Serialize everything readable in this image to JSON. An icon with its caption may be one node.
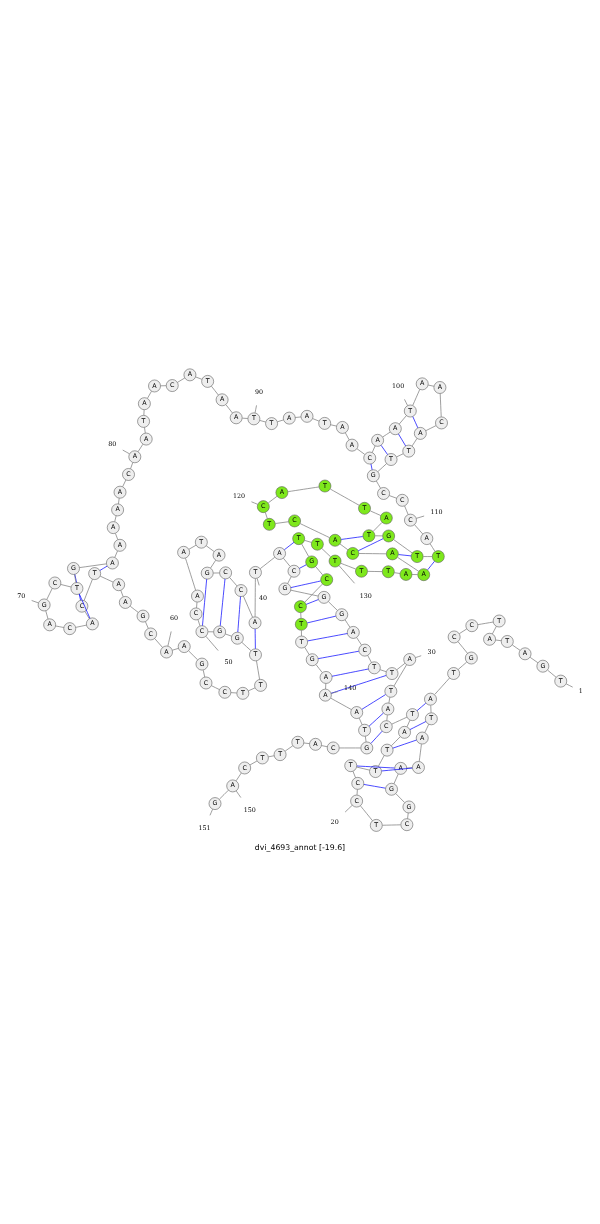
{
  "diagram": {
    "caption": "dvi_4693_annot [-19.6]",
    "nodes": [
      {
        "text": [
          "T"
        ]
      },
      {
        "text": [
          "G"
        ]
      },
      {
        "text": [
          "A"
        ]
      },
      {
        "text": [
          "T"
        ]
      },
      {
        "text": [
          "A"
        ]
      },
      {
        "text": [
          "T"
        ]
      },
      {
        "text": [
          "C"
        ]
      },
      {
        "text": [
          "C"
        ]
      },
      {
        "text": [
          "G"
        ]
      },
      {
        "text": [
          "T"
        ]
      },
      {
        "text": [
          "A"
        ]
      },
      {
        "text": [
          "T"
        ]
      },
      {
        "text": [
          "A"
        ]
      },
      {
        "text": [
          "A"
        ]
      },
      {
        "text": [
          "A"
        ]
      },
      {
        "text": [
          "G"
        ]
      },
      {
        "text": [
          "G"
        ]
      },
      {
        "text": [
          "C"
        ]
      },
      {
        "text": [
          "T"
        ]
      },
      {
        "text": [
          "C"
        ]
      },
      {
        "text": [
          "C"
        ]
      },
      {
        "text": [
          "T"
        ]
      },
      {
        "text": [
          "T"
        ]
      },
      {
        "text": [
          "T"
        ]
      },
      {
        "text": [
          "A"
        ]
      },
      {
        "text": [
          "T"
        ]
      },
      {
        "text": [
          "C"
        ]
      },
      {
        "text": [
          "A"
        ]
      },
      {
        "text": [
          "T"
        ]
      },
      {
        "text": [
          "A"
        ]
      },
      {
        "text": [
          "T"
        ]
      },
      {
        "text": [
          "T"
        ]
      },
      {
        "text": [
          "C"
        ]
      },
      {
        "text": [
          "A"
        ]
      },
      {
        "text": [
          "G"
        ]
      },
      {
        "text": [
          "G"
        ]
      },
      {
        "text": [
          "G"
        ]
      },
      {
        "text": [
          "C"
        ]
      },
      {
        "text": [
          "A"
        ]
      },
      {
        "text": [
          "T"
        ]
      },
      {
        "text": [
          "A"
        ]
      },
      {
        "text": [
          "C"
        ]
      },
      {
        "text": [
          "C"
        ]
      },
      {
        "text": [
          "G"
        ]
      },
      {
        "text": [
          "A"
        ]
      },
      {
        "text": [
          "T"
        ]
      },
      {
        "text": [
          "A"
        ]
      },
      {
        "text": [
          "A"
        ]
      },
      {
        "text": [
          "C"
        ]
      },
      {
        "text": [
          "C"
        ]
      },
      {
        "text": [
          "G"
        ]
      },
      {
        "text": [
          "G"
        ]
      },
      {
        "text": [
          "T"
        ]
      },
      {
        "text": [
          "T"
        ]
      },
      {
        "text": [
          "T"
        ]
      },
      {
        "text": [
          "C"
        ]
      },
      {
        "text": [
          "C"
        ]
      },
      {
        "text": [
          "G"
        ]
      },
      {
        "text": [
          "A"
        ]
      },
      {
        "text": [
          "A"
        ]
      },
      {
        "text": [
          "C"
        ]
      },
      {
        "text": [
          "G"
        ]
      },
      {
        "text": [
          "A"
        ]
      },
      {
        "text": [
          "A"
        ]
      },
      {
        "text": [
          "T"
        ]
      },
      {
        "text": [
          "C"
        ]
      },
      {
        "text": [
          "A"
        ]
      },
      {
        "text": [
          "C"
        ]
      },
      {
        "text": [
          "A"
        ]
      },
      {
        "text": [
          "G"
        ]
      },
      {
        "text": [
          "C"
        ]
      },
      {
        "text": [
          "T"
        ]
      },
      {
        "text": [
          "G"
        ]
      },
      {
        "text": [
          "A"
        ]
      },
      {
        "text": [
          "A"
        ]
      },
      {
        "text": [
          "A"
        ]
      },
      {
        "text": [
          "A"
        ]
      },
      {
        "text": [
          "A"
        ]
      },
      {
        "text": [
          "C"
        ]
      },
      {
        "text": [
          "A"
        ]
      },
      {
        "text": [
          "A"
        ]
      },
      {
        "text": [
          "T"
        ]
      },
      {
        "text": [
          "A"
        ]
      },
      {
        "text": [
          "A"
        ]
      },
      {
        "text": [
          "C"
        ]
      },
      {
        "text": [
          "A"
        ]
      },
      {
        "text": [
          "T"
        ]
      },
      {
        "text": [
          "A"
        ]
      },
      {
        "text": [
          "A"
        ]
      },
      {
        "text": [
          "T"
        ]
      },
      {
        "text": [
          "T"
        ]
      },
      {
        "text": [
          "A"
        ]
      },
      {
        "text": [
          "A"
        ]
      },
      {
        "text": [
          "T"
        ]
      },
      {
        "text": [
          "A"
        ]
      },
      {
        "text": [
          "A"
        ]
      },
      {
        "text": [
          "C"
        ]
      },
      {
        "text": [
          "A"
        ]
      },
      {
        "text": [
          "A"
        ]
      },
      {
        "text": [
          "T"
        ]
      },
      {
        "text": [
          "A"
        ]
      },
      {
        "text": [
          "A"
        ]
      },
      {
        "text": [
          "C"
        ]
      },
      {
        "text": [
          "A"
        ]
      },
      {
        "text": [
          "T"
        ]
      },
      {
        "text": [
          "T"
        ]
      },
      {
        "text": [
          "G"
        ]
      },
      {
        "text": [
          "C"
        ]
      },
      {
        "text": [
          "C"
        ]
      },
      {
        "text": [
          "C"
        ]
      },
      {
        "text": [
          "A"
        ]
      },
      {
        "text": [
          "T"
        ]
      },
      {
        "text": [
          "T"
        ]
      },
      {
        "text": [
          "G"
        ]
      },
      {
        "text": [
          "T"
        ]
      },
      {
        "text": [
          "A"
        ]
      },
      {
        "text": [
          "T"
        ]
      },
      {
        "text": [
          "T"
        ]
      },
      {
        "text": [
          "A"
        ]
      },
      {
        "text": [
          "C"
        ]
      },
      {
        "text": [
          "T"
        ]
      },
      {
        "text": [
          "C"
        ]
      },
      {
        "text": [
          "A"
        ]
      },
      {
        "text": [
          "C"
        ]
      },
      {
        "text": [
          "A"
        ]
      },
      {
        "text": [
          "A"
        ]
      },
      {
        "text": [
          "A"
        ]
      },
      {
        "text": [
          "T"
        ]
      },
      {
        "text": [
          "T"
        ]
      },
      {
        "text": [
          "T"
        ]
      },
      {
        "text": [
          "T"
        ]
      },
      {
        "text": [
          "T"
        ]
      },
      {
        "text": [
          "G"
        ]
      },
      {
        "text": [
          "C"
        ]
      },
      {
        "text": [
          "C"
        ]
      },
      {
        "text": [
          "T"
        ]
      },
      {
        "text": [
          "T"
        ]
      },
      {
        "text": [
          "G"
        ]
      },
      {
        "text": [
          "A"
        ]
      },
      {
        "text": [
          "A"
        ]
      },
      {
        "text": [
          "A"
        ]
      },
      {
        "text": [
          "T"
        ]
      },
      {
        "text": [
          "G"
        ]
      },
      {
        "text": [
          "C"
        ]
      },
      {
        "text": [
          "A"
        ]
      },
      {
        "text": [
          "T"
        ]
      },
      {
        "text": [
          "T"
        ]
      },
      {
        "text": [
          "T"
        ]
      },
      {
        "text": [
          "C"
        ]
      },
      {
        "text": [
          "A"
        ]
      },
      {
        "text": [
          "G"
        ]
      },
      {
        "text": [
          "1"
        ]
      },
      {
        "text": [
          "20"
        ]
      },
      {
        "text": [
          "30"
        ]
      },
      {
        "text": [
          "40"
        ]
      },
      {
        "text": [
          "50"
        ]
      },
      {
        "text": [
          "60"
        ]
      },
      {
        "text": [
          "70"
        ]
      },
      {
        "text": [
          "80"
        ]
      },
      {
        "text": [
          "90"
        ]
      },
      {
        "text": [
          "100"
        ]
      },
      {
        "text": [
          "110"
        ]
      },
      {
        "text": [
          "120"
        ]
      },
      {
        "text": [
          "130"
        ]
      },
      {
        "text": [
          "140"
        ]
      },
      {
        "text": [
          "150"
        ]
      },
      {
        "text": [
          "151"
        ]
      }
    ],
    "edges": [
      {
        "from": 0,
        "to": 1,
        "arrow": "none"
      },
      {
        "from": 1,
        "to": 2,
        "arrow": "none"
      },
      {
        "from": 2,
        "to": 3,
        "arrow": "none"
      },
      {
        "from": 3,
        "to": 4,
        "arrow": "none"
      },
      {
        "from": 4,
        "to": 5,
        "arrow": "none"
      },
      {
        "from": 5,
        "to": 6,
        "arrow": "none"
      },
      {
        "from": 6,
        "to": 7,
        "arrow": "none"
      },
      {
        "from": 7,
        "to": 8,
        "arrow": "none"
      },
      {
        "from": 8,
        "to": 9,
        "arrow": "none"
      },
      {
        "from": 9,
        "to": 10,
        "arrow": "none"
      },
      {
        "from": 10,
        "to": 11,
        "arrow": "none"
      },
      {
        "from": 11,
        "to": 12,
        "arrow": "none"
      },
      {
        "from": 12,
        "to": 13,
        "arrow": "none"
      },
      {
        "from": 13,
        "to": 14,
        "arrow": "none"
      },
      {
        "from": 14,
        "to": 15,
        "arrow": "none"
      },
      {
        "from": 15,
        "to": 16,
        "arrow": "none"
      },
      {
        "from": 16,
        "to": 17,
        "arrow": "none"
      },
      {
        "from": 17,
        "to": 18,
        "arrow": "none"
      },
      {
        "from": 18,
        "to": 19,
        "arrow": "none"
      },
      {
        "from": 19,
        "to": 20,
        "arrow": "none"
      },
      {
        "from": 20,
        "to": 21,
        "arrow": "none"
      },
      {
        "from": 21,
        "to": 22,
        "arrow": "none"
      },
      {
        "from": 22,
        "to": 23,
        "arrow": "none"
      },
      {
        "from": 23,
        "to": 24,
        "arrow": "none"
      },
      {
        "from": 24,
        "to": 25,
        "arrow": "none"
      },
      {
        "from": 25,
        "to": 26,
        "arrow": "none"
      },
      {
        "from": 26,
        "to": 27,
        "arrow": "none"
      },
      {
        "from": 27,
        "to": 28,
        "arrow": "none"
      },
      {
        "from": 28,
        "to": 29,
        "arrow": "none"
      },
      {
        "from": 29,
        "to": 30,
        "arrow": "none"
      },
      {
        "from": 30,
        "to": 31,
        "arrow": "none"
      },
      {
        "from": 31,
        "to": 32,
        "arrow": "none"
      },
      {
        "from": 32,
        "to": 33,
        "arrow": "none"
      },
      {
        "from": 33,
        "to": 34,
        "arrow": "none"
      },
      {
        "from": 34,
        "to": 35,
        "arrow": "none"
      },
      {
        "from": 35,
        "to": 36,
        "arrow": "none"
      },
      {
        "from": 36,
        "to": 37,
        "arrow": "none"
      },
      {
        "from": 37,
        "to": 38,
        "arrow": "none"
      },
      {
        "from": 38,
        "to": 39,
        "arrow": "none"
      },
      {
        "from": 39,
        "to": 40,
        "arrow": "none"
      },
      {
        "from": 40,
        "to": 41,
        "arrow": "none"
      },
      {
        "from": 41,
        "to": 42,
        "arrow": "none"
      },
      {
        "from": 42,
        "to": 43,
        "arrow": "none"
      },
      {
        "from": 43,
        "to": 44,
        "arrow": "none"
      },
      {
        "from": 44,
        "to": 45,
        "arrow": "none"
      },
      {
        "from": 45,
        "to": 46,
        "arrow": "none"
      },
      {
        "from": 46,
        "to": 47,
        "arrow": "none"
      },
      {
        "from": 47,
        "to": 48,
        "arrow": "none"
      },
      {
        "from": 48,
        "to": 49,
        "arrow": "none"
      },
      {
        "from": 49,
        "to": 50,
        "arrow": "none"
      },
      {
        "from": 50,
        "to": 51,
        "arrow": "none"
      },
      {
        "from": 51,
        "to": 52,
        "arrow": "none"
      },
      {
        "from": 52,
        "to": 53,
        "arrow": "none"
      },
      {
        "from": 53,
        "to": 54,
        "arrow": "none"
      },
      {
        "from": 54,
        "to": 55,
        "arrow": "none"
      },
      {
        "from": 55,
        "to": 56,
        "arrow": "none"
      },
      {
        "from": 56,
        "to": 57,
        "arrow": "none"
      },
      {
        "from": 57,
        "to": 58,
        "arrow": "none"
      },
      {
        "from": 58,
        "to": 59,
        "arrow": "none"
      },
      {
        "from": 59,
        "to": 60,
        "arrow": "none"
      },
      {
        "from": 60,
        "to": 61,
        "arrow": "none"
      },
      {
        "from": 61,
        "to": 62,
        "arrow": "none"
      },
      {
        "from": 62,
        "to": 63,
        "arrow": "none"
      },
      {
        "from": 63,
        "to": 64,
        "arrow": "none"
      },
      {
        "from": 64,
        "to": 65,
        "arrow": "none"
      },
      {
        "from": 65,
        "to": 66,
        "arrow": "none"
      },
      {
        "from": 66,
        "to": 67,
        "arrow": "none"
      },
      {
        "from": 67,
        "to": 68,
        "arrow": "none"
      },
      {
        "from": 68,
        "to": 69,
        "arrow": "none"
      },
      {
        "from": 69,
        "to": 70,
        "arrow": "none"
      },
      {
        "from": 70,
        "to": 71,
        "arrow": "none"
      },
      {
        "from": 71,
        "to": 72,
        "arrow": "none"
      },
      {
        "from": 72,
        "to": 73,
        "arrow": "none"
      },
      {
        "from": 73,
        "to": 74,
        "arrow": "none"
      },
      {
        "from": 74,
        "to": 75,
        "arrow": "none"
      },
      {
        "from": 75,
        "to": 76,
        "arrow": "none"
      },
      {
        "from": 76,
        "to": 77,
        "arrow": "none"
      },
      {
        "from": 77,
        "to": 78,
        "arrow": "none"
      },
      {
        "from": 78,
        "to": 79,
        "arrow": "none"
      },
      {
        "from": 79,
        "to": 80,
        "arrow": "none"
      },
      {
        "from": 80,
        "to": 81,
        "arrow": "none"
      },
      {
        "from": 81,
        "to": 82,
        "arrow": "none"
      },
      {
        "from": 82,
        "to": 83,
        "arrow": "none"
      },
      {
        "from": 83,
        "to": 84,
        "arrow": "none"
      },
      {
        "from": 84,
        "to": 85,
        "arrow": "none"
      },
      {
        "from": 85,
        "to": 86,
        "arrow": "none"
      },
      {
        "from": 86,
        "to": 87,
        "arrow": "none"
      },
      {
        "from": 87,
        "to": 88,
        "arrow": "none"
      },
      {
        "from": 88,
        "to": 89,
        "arrow": "none"
      },
      {
        "from": 89,
        "to": 90,
        "arrow": "none"
      },
      {
        "from": 90,
        "to": 91,
        "arrow": "none"
      },
      {
        "from": 91,
        "to": 92,
        "arrow": "none"
      },
      {
        "from": 92,
        "to": 93,
        "arrow": "none"
      },
      {
        "from": 93,
        "to": 94,
        "arrow": "none"
      },
      {
        "from": 94,
        "to": 95,
        "arrow": "none"
      },
      {
        "from": 95,
        "to": 96,
        "arrow": "none"
      },
      {
        "from": 96,
        "to": 97,
        "arrow": "none"
      },
      {
        "from": 97,
        "to": 98,
        "arrow": "none"
      },
      {
        "from": 98,
        "to": 99,
        "arrow": "none"
      },
      {
        "from": 99,
        "to": 100,
        "arrow": "none"
      },
      {
        "from": 100,
        "to": 101,
        "arrow": "none"
      },
      {
        "from": 101,
        "to": 102,
        "arrow": "none"
      },
      {
        "from": 102,
        "to": 103,
        "arrow": "none"
      },
      {
        "from": 103,
        "to": 104,
        "arrow": "none"
      },
      {
        "from": 104,
        "to": 105,
        "arrow": "none"
      },
      {
        "from": 105,
        "to": 106,
        "arrow": "none"
      },
      {
        "from": 106,
        "to": 107,
        "arrow": "none"
      },
      {
        "from": 107,
        "to": 108,
        "arrow": "none"
      },
      {
        "from": 108,
        "to": 109,
        "arrow": "none"
      },
      {
        "from": 109,
        "to": 110,
        "arrow": "none"
      },
      {
        "from": 110,
        "to": 111,
        "arrow": "none"
      },
      {
        "from": 111,
        "to": 112,
        "arrow": "none"
      },
      {
        "from": 112,
        "to": 113,
        "arrow": "none"
      },
      {
        "from": 113,
        "to": 114,
        "arrow": "none"
      },
      {
        "from": 114,
        "to": 115,
        "arrow": "none"
      },
      {
        "from": 115,
        "to": 116,
        "arrow": "none"
      },
      {
        "from": 116,
        "to": 117,
        "arrow": "none"
      },
      {
        "from": 117,
        "to": 118,
        "arrow": "none"
      },
      {
        "from": 118,
        "to": 119,
        "arrow": "none"
      },
      {
        "from": 119,
        "to": 120,
        "arrow": "none"
      },
      {
        "from": 120,
        "to": 121,
        "arrow": "none"
      },
      {
        "from": 121,
        "to": 122,
        "arrow": "none"
      },
      {
        "from": 122,
        "to": 123,
        "arrow": "none"
      },
      {
        "from": 123,
        "to": 124,
        "arrow": "none"
      },
      {
        "from": 124,
        "to": 125,
        "arrow": "none"
      },
      {
        "from": 125,
        "to": 126,
        "arrow": "none"
      },
      {
        "from": 126,
        "to": 127,
        "arrow": "none"
      },
      {
        "from": 127,
        "to": 128,
        "arrow": "none"
      },
      {
        "from": 128,
        "to": 129,
        "arrow": "none"
      },
      {
        "from": 129,
        "to": 130,
        "arrow": "none"
      },
      {
        "from": 130,
        "to": 131,
        "arrow": "none"
      },
      {
        "from": 131,
        "to": 132,
        "arrow": "none"
      },
      {
        "from": 132,
        "to": 133,
        "arrow": "none"
      },
      {
        "from": 133,
        "to": 134,
        "arrow": "none"
      },
      {
        "from": 134,
        "to": 135,
        "arrow": "none"
      },
      {
        "from": 135,
        "to": 136,
        "arrow": "none"
      },
      {
        "from": 136,
        "to": 137,
        "arrow": "none"
      },
      {
        "from": 137,
        "to": 138,
        "arrow": "none"
      },
      {
        "from": 138,
        "to": 139,
        "arrow": "none"
      },
      {
        "from": 139,
        "to": 140,
        "arrow": "none"
      },
      {
        "from": 140,
        "to": 141,
        "arrow": "none"
      },
      {
        "from": 141,
        "to": 142,
        "arrow": "none"
      },
      {
        "from": 142,
        "to": 143,
        "arrow": "none"
      },
      {
        "from": 143,
        "to": 144,
        "arrow": "none"
      },
      {
        "from": 144,
        "to": 145,
        "arrow": "none"
      },
      {
        "from": 145,
        "to": 146,
        "arrow": "none"
      },
      {
        "from": 146,
        "to": 147,
        "arrow": "none"
      },
      {
        "from": 147,
        "to": 148,
        "arrow": "none"
      },
      {
        "from": 148,
        "to": 149,
        "arrow": "none"
      },
      {
        "from": 149,
        "to": 150,
        "arrow": "none"
      },
      {
        "from": 10,
        "to": 25,
        "arrow": "none",
        "color": "#0000ff"
      },
      {
        "from": 11,
        "to": 24,
        "arrow": "none",
        "color": "#0000ff"
      },
      {
        "from": 12,
        "to": 23,
        "arrow": "none",
        "color": "#0000ff"
      },
      {
        "from": 13,
        "to": 22,
        "arrow": "none",
        "color": "#0000ff"
      },
      {
        "from": 14,
        "to": 21,
        "arrow": "none",
        "color": "#0000ff"
      },
      {
        "from": 15,
        "to": 20,
        "arrow": "none",
        "color": "#0000ff"
      },
      {
        "from": 26,
        "to": 142,
        "arrow": "none",
        "color": "#0000ff"
      },
      {
        "from": 27,
        "to": 141,
        "arrow": "none",
        "color": "#0000ff"
      },
      {
        "from": 28,
        "to": 140,
        "arrow": "none",
        "color": "#0000ff"
      },
      {
        "from": 30,
        "to": 139,
        "arrow": "none",
        "color": "#0000ff"
      },
      {
        "from": 31,
        "to": 138,
        "arrow": "none",
        "color": "#0000ff"
      },
      {
        "from": 32,
        "to": 137,
        "arrow": "none",
        "color": "#0000ff"
      },
      {
        "from": 33,
        "to": 136,
        "arrow": "none",
        "color": "#0000ff"
      },
      {
        "from": 34,
        "to": 135,
        "arrow": "none",
        "color": "#0000ff"
      },
      {
        "from": 35,
        "to": 134,
        "arrow": "none",
        "color": "#0000ff"
      },
      {
        "from": 36,
        "to": 133,
        "arrow": "none",
        "color": "#0000ff"
      },
      {
        "from": 37,
        "to": 132,
        "arrow": "none",
        "color": "#0000ff"
      },
      {
        "from": 38,
        "to": 131,
        "arrow": "none",
        "color": "#0000ff"
      },
      {
        "from": 40,
        "to": 52,
        "arrow": "none",
        "color": "#0000ff"
      },
      {
        "from": 41,
        "to": 51,
        "arrow": "none",
        "color": "#0000ff"
      },
      {
        "from": 42,
        "to": 50,
        "arrow": "none",
        "color": "#0000ff"
      },
      {
        "from": 43,
        "to": 49,
        "arrow": "none",
        "color": "#0000ff"
      },
      {
        "from": 64,
        "to": 73,
        "arrow": "none",
        "color": "#0000ff"
      },
      {
        "from": 65,
        "to": 72,
        "arrow": "none",
        "color": "#0000ff"
      },
      {
        "from": 66,
        "to": 71,
        "arrow": "none",
        "color": "#0000ff"
      },
      {
        "from": 96,
        "to": 106,
        "arrow": "none",
        "color": "#0000ff"
      },
      {
        "from": 97,
        "to": 105,
        "arrow": "none",
        "color": "#0000ff"
      },
      {
        "from": 98,
        "to": 104,
        "arrow": "none",
        "color": "#0000ff"
      },
      {
        "from": 99,
        "to": 103,
        "arrow": "none",
        "color": "#0000ff"
      },
      {
        "from": 111,
        "to": 125,
        "arrow": "none",
        "color": "#0000ff"
      },
      {
        "from": 112,
        "to": 124,
        "arrow": "none",
        "color": "#0000ff"
      },
      {
        "from": 113,
        "to": 123,
        "arrow": "none",
        "color": "#0000ff"
      },
      {
        "from": 114,
        "to": 122,
        "arrow": "none",
        "color": "#0000ff"
      },
      {
        "from": 151,
        "to": 0,
        "arrow": "none"
      },
      {
        "from": 152,
        "to": 19,
        "arrow": "none"
      },
      {
        "from": 153,
        "to": 29,
        "arrow": "none"
      },
      {
        "from": 154,
        "to": 39,
        "arrow": "none"
      },
      {
        "from": 155,
        "to": 49,
        "arrow": "none"
      },
      {
        "from": 156,
        "to": 59,
        "arrow": "none"
      },
      {
        "from": 157,
        "to": 69,
        "arrow": "none"
      },
      {
        "from": 158,
        "to": 79,
        "arrow": "none"
      },
      {
        "from": 159,
        "to": 89,
        "arrow": "none"
      },
      {
        "from": 160,
        "to": 99,
        "arrow": "none"
      },
      {
        "from": 161,
        "to": 109,
        "arrow": "none"
      },
      {
        "from": 162,
        "to": 119,
        "arrow": "none"
      },
      {
        "from": 163,
        "to": 129,
        "arrow": "none"
      },
      {
        "from": 164,
        "to": 139,
        "arrow": "none"
      },
      {
        "from": 165,
        "to": 149,
        "arrow": "none"
      },
      {
        "from": 166,
        "to": 150,
        "arrow": "none"
      }
    ]
  }
}
